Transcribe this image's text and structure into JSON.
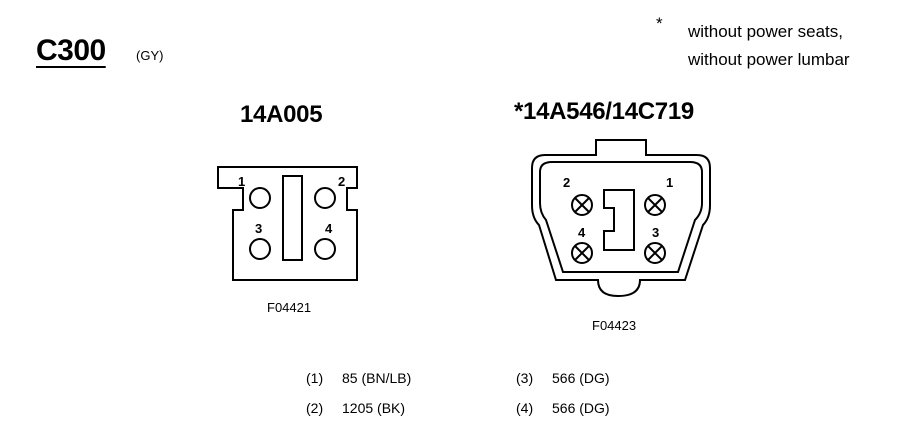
{
  "header": {
    "connector_id": "C300",
    "color_code": "(GY)"
  },
  "note": {
    "marker": "*",
    "lines": [
      "without power seats,",
      "without power lumbar"
    ]
  },
  "connectors": [
    {
      "part_number": "14A005",
      "figure_id": "F04421",
      "pin_labels": [
        "1",
        "2",
        "3",
        "4"
      ]
    },
    {
      "part_number": "*14A546/14C719",
      "figure_id": "F04423",
      "pin_labels": [
        "1",
        "2",
        "3",
        "4"
      ]
    }
  ],
  "pinout": [
    {
      "index": "(1)",
      "value": "85 (BN/LB)"
    },
    {
      "index": "(2)",
      "value": "1205 (BK)"
    },
    {
      "index": "(3)",
      "value": "566 (DG)"
    },
    {
      "index": "(4)",
      "value": "566 (DG)"
    }
  ]
}
